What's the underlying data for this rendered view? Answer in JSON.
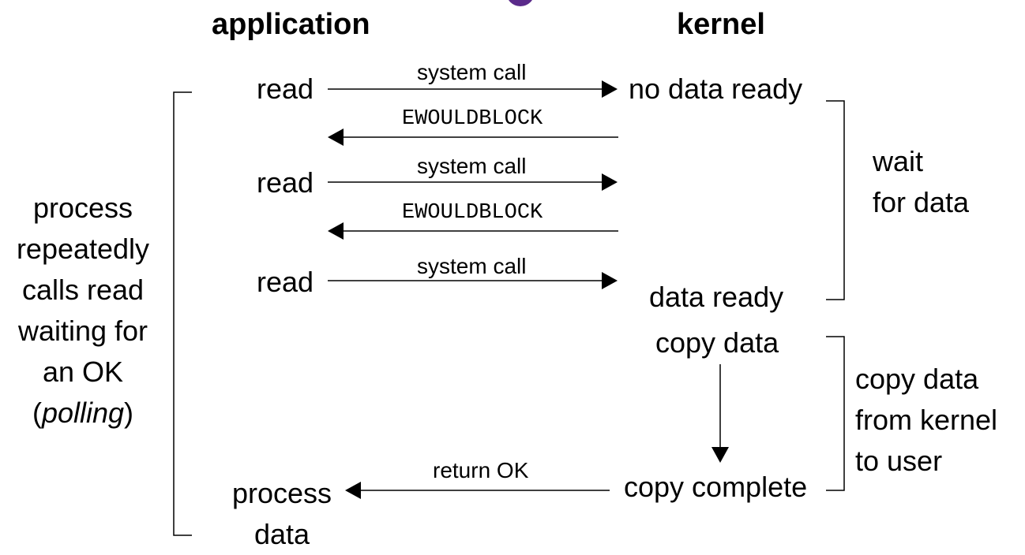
{
  "headers": {
    "application": "application",
    "kernel": "kernel"
  },
  "app_steps": [
    "read",
    "read",
    "read"
  ],
  "app_final": "process\ndata",
  "kernel_states": {
    "no_data": "no data ready",
    "data_ready": "data ready",
    "copy_data": "copy data",
    "copy_complete": "copy complete"
  },
  "arrow_labels": {
    "syscall": "system call",
    "ewouldblock": "EWOULDBLOCK",
    "return_ok": "return OK"
  },
  "left_note": {
    "text": "process\nrepeatedly\ncalls read\nwaiting for\nan OK\n(",
    "emph": "polling",
    "tail": ")"
  },
  "right_notes": {
    "wait": "wait\nfor data",
    "copy": "copy data\nfrom kernel\nto user"
  }
}
